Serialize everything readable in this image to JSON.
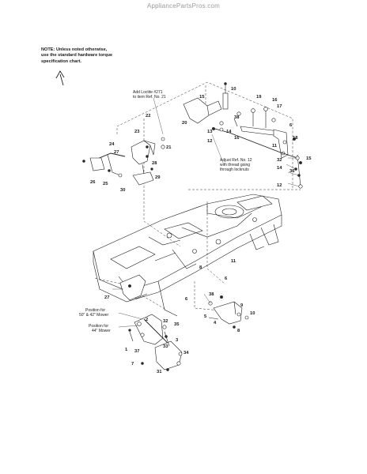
{
  "watermark": "AppliancePartsPros.com",
  "note": {
    "line1": "NOTE: Unless noted otherwise,",
    "line2": "use the standard hardware torque",
    "line3": "specification chart."
  },
  "annotations": {
    "loctite_line1": "Add Loctite #271",
    "loctite_line2": "to item Ref. No. 21",
    "adjust_line1": "Adjust Ref. No. 12",
    "adjust_line2": "with thread going",
    "adjust_line3": "through locknuts",
    "pos50_line1": "Position for",
    "pos50_line2": "50\" & 42\" Mower",
    "pos44_line1": "Position for",
    "pos44_line2": "44\" Mower"
  },
  "callouts": {
    "c10a": "10",
    "c15a": "15",
    "c19": "19",
    "c16a": "16",
    "c17": "17",
    "c20": "20",
    "c38a": "38",
    "c13": "13",
    "c14a": "14",
    "c12a": "12",
    "c16b": "16",
    "c6a": "6",
    "c18": "18",
    "c11a": "11",
    "c15b": "15",
    "c32a": "32",
    "c36": "36",
    "c14b": "14",
    "c12b": "12",
    "c22": "22",
    "c23": "23",
    "c21": "21",
    "c24": "24",
    "c27a": "27",
    "c28": "28",
    "c29": "29",
    "c26": "26",
    "c25": "25",
    "c30": "30",
    "c11b": "11",
    "c8a": "8",
    "c6b": "6",
    "c27b": "27",
    "c38b": "38",
    "c5": "5",
    "c4": "4",
    "c9": "9",
    "c10b": "10",
    "c8b": "8",
    "c2": "2",
    "c32b": "32",
    "c35": "35",
    "c37": "37",
    "c1": "1",
    "c3": "3",
    "c33": "33",
    "c34": "34",
    "c7": "7",
    "c31": "31"
  }
}
